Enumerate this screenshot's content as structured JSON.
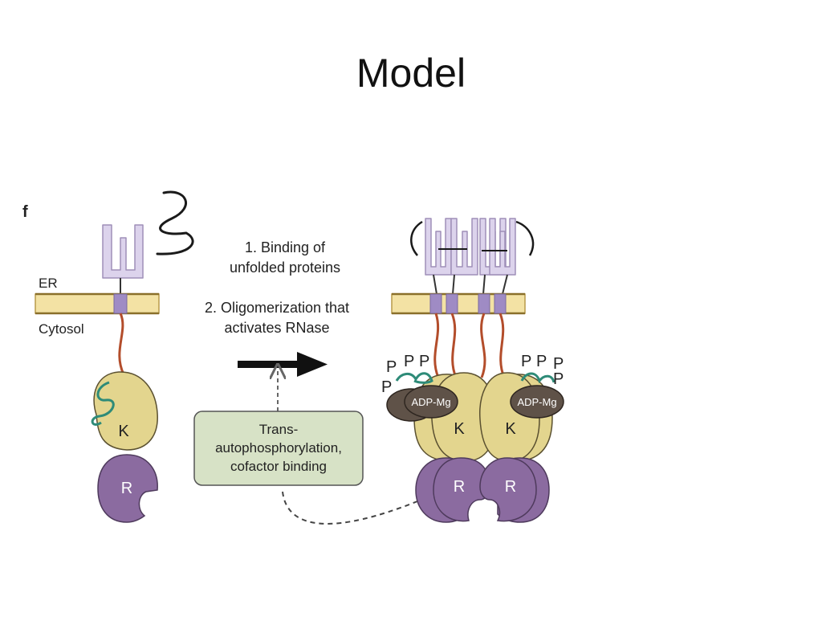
{
  "slide": {
    "title": "Model"
  },
  "figure": {
    "panel_label": "f",
    "er_label": "ER",
    "cytosol_label": "Cytosol",
    "step1_line1": "1. Binding of",
    "step1_line2": "unfolded proteins",
    "step2_line1": "2. Oligomerization that",
    "step2_line2": "activates RNase",
    "box_line1": "Trans-",
    "box_line2": "autophosphorylation,",
    "box_line3": "cofactor binding",
    "kinase_label": "K",
    "rnase_label": "R",
    "phospho_label": "P",
    "cofactor_label": "ADP-Mg"
  },
  "colors": {
    "membrane": "#f3e2a4",
    "membrane_border": "#b89a4a",
    "luminal_domain": "#dcd3ec",
    "transmembrane": "#9f8bc4",
    "linker": "#b34d2b",
    "kinase": "#e3d58e",
    "rnase": "#8b6ba0",
    "adp_mg": "#5f5248",
    "phospho_loop": "#2e8b78",
    "callout_box": "#d7e2c6"
  }
}
